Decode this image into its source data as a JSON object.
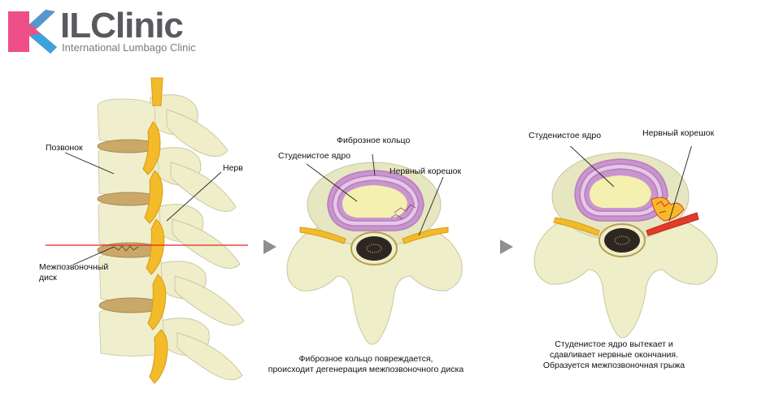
{
  "logo": {
    "brand": "ILClinic",
    "tagline": "International Lumbago Clinic"
  },
  "panel_spine": {
    "labels": {
      "vertebra": "Позвонок",
      "nerve": "Нерв",
      "disc_line1": "Межпозвоночный",
      "disc_line2": "диск"
    }
  },
  "panel_degeneration": {
    "labels": {
      "annulus": "Фиброзное кольцо",
      "nucleus": "Студенистое ядро",
      "nerve_root": "Нервный корешок"
    },
    "caption": {
      "line1": "Фиброзное кольцо повреждается,",
      "line2": "происходит дегенерация межпозвоночного диска"
    }
  },
  "panel_herniation": {
    "labels": {
      "nucleus": "Студенистое ядро",
      "nerve_root": "Нервный корешок"
    },
    "caption": {
      "line1": "Студенистое ядро вытекает и",
      "line2": "сдавливает нервные окончания.",
      "line3": "Образуется межпозвоночная грыжа"
    }
  },
  "colors": {
    "logo_pink": "#ee4f88",
    "logo_blue": "#3aa3dc",
    "logo_gray": "#585a5e",
    "bone": "#eeeec8",
    "disc_tan": "#c9a86a",
    "nerve_yellow": "#f3bb2a",
    "annulus_purple": "#b87cc0",
    "nucleus_yellow": "#f3f0b0",
    "spinal_cord": "#2e2620",
    "cut_line_red": "#e32222",
    "arrow_gray": "#8f8f8f",
    "herniation_red": "#e23b2a"
  }
}
